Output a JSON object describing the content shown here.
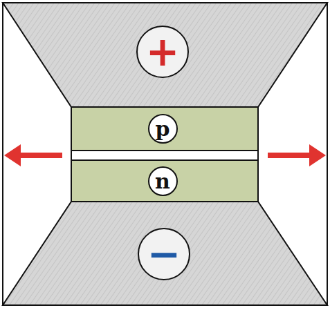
{
  "diagram": {
    "nodes": [
      {
        "text": [
          "+"
        ]
      },
      {
        "text": [
          "p"
        ]
      },
      {
        "text": [
          "n"
        ]
      },
      {
        "text": [
          "−"
        ]
      }
    ]
  }
}
